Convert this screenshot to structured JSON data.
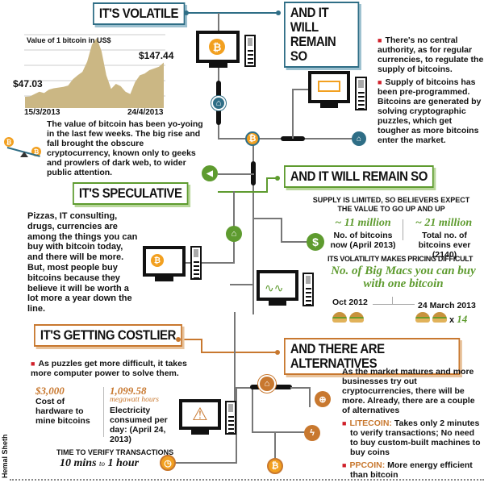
{
  "volatile": {
    "title": "IT'S VOLATILE",
    "text": "The value of bitcoin has been yo-yoing in the last few weeks. The big rise and fall brought the obscure cryptocurrency, known only to geeks and prowlers of dark web, to wider public attention."
  },
  "chart_data": {
    "type": "area",
    "title": "Value of 1 bitcoin in US$",
    "x_start": "15/3/2013",
    "x_end": "24/4/2013",
    "start_label": "$47.03",
    "end_label": "$147.44",
    "values": [
      47.03,
      48,
      55,
      62,
      58,
      68,
      72,
      74,
      76,
      80,
      98,
      110,
      120,
      150,
      200,
      219,
      180,
      110,
      70,
      85,
      78,
      62,
      55,
      90,
      110,
      115,
      125,
      130,
      135,
      147.44
    ],
    "grid": true,
    "fill_color": "#cbb784"
  },
  "remain1": {
    "title_line1": "AND IT WILL",
    "title_line2": "REMAIN SO",
    "bullets": [
      "There's no central authority, as for regular currencies, to regulate the supply of bitcoins.",
      "Supply of bitcoins has been pre-programmed. Bitcoins are generated by solving cryptographic puzzles, which get tougher as more bitcoins enter the market."
    ]
  },
  "speculative": {
    "title": "IT'S SPECULATIVE",
    "text": "Pizzas, IT consulting, drugs, currencies are among the things you can buy with bitcoin today, and there will be more. But, most people buy bitcoins because they believe it will be worth a lot more a year down the line."
  },
  "remain2": {
    "title": "AND IT WILL REMAIN SO",
    "supply_head": "SUPPLY IS LIMITED, SO BELIEVERS EXPECT THE VALUE TO GO UP AND UP",
    "stat1_value": "~ 11 million",
    "stat1_label": "No. of bitcoins now (April 2013)",
    "stat2_value": "~ 21 million",
    "stat2_label": "Total no. of bitcoins ever (2140)",
    "vol_head": "ITS VOLATILITY MAKES PRICING DIFFICULT",
    "bigmac_title": "No. of Big Macs you can buy with one bitcoin",
    "date1": "Oct 2012",
    "date2": "24 March 2013",
    "multiplier_x": "x",
    "multiplier": "14"
  },
  "costlier": {
    "title": "IT'S GETTING COSTLIER",
    "bullet": "As puzzles get more difficult, it takes more computer power to solve them.",
    "cost_value": "$3,000",
    "cost_label": "Cost of hardware to mine bitcoins",
    "elec_value": "1,099.58",
    "elec_unit": "megawatt hours",
    "elec_label": "Electricity consumed per day: (April 24, 2013)",
    "verify_head": "TIME TO VERIFY TRANSACTIONS",
    "verify_a": "10 mins",
    "verify_to": "to",
    "verify_b": "1 hour"
  },
  "alternatives": {
    "title": "AND THERE ARE ALTERNATIVES",
    "text": "As the market matures and more businesses try out cryptocurrencies, there will be more. Already, there are a couple of alternatives",
    "items": [
      {
        "name": "LITECOIN:",
        "desc": "Takes only 2 minutes to verify transactions; No need to buy custom-built machines to buy coins"
      },
      {
        "name": "PPCOIN:",
        "desc": "More energy efficient than bitcoin"
      }
    ]
  },
  "credit": "Hemal Sheth",
  "colors": {
    "blue": "#2f6e86",
    "green": "#5e9b2f",
    "orange": "#c8782f",
    "bitcoin": "#f2a020",
    "red": "#d0202a"
  }
}
